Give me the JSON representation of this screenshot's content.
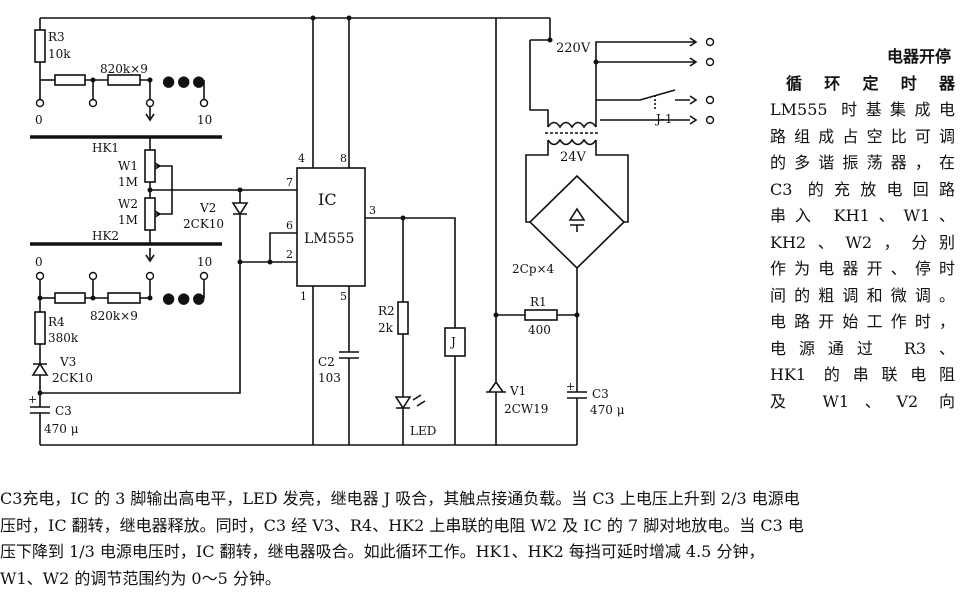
{
  "labels": {
    "r3": "R3",
    "r3_val": "10k",
    "r_chain_top": "820k×9",
    "dots": "●●●",
    "n0_top": "0",
    "n10_top": "10",
    "hk1": "HK1",
    "w1": "W1",
    "w1_val": "1M",
    "w2": "W2",
    "w2_val": "1M",
    "hk2": "HK2",
    "v2": "V2",
    "v2_type": "2CK10",
    "n0_bot": "0",
    "n10_bot": "10",
    "r_chain_bot": "820k×9",
    "r4": "R4",
    "r4_val": "380k",
    "v3": "V3",
    "v3_type": "2CK10",
    "c3_left": "C3",
    "c3_left_val": "470 μ",
    "ic": "IC",
    "ic_type": "LM555",
    "pin4": "4",
    "pin8": "8",
    "pin7": "7",
    "pin6": "6",
    "pin2": "2",
    "pin3": "3",
    "pin1": "1",
    "pin5": "5",
    "r2": "R2",
    "r2_val": "2k",
    "c2": "C2",
    "c2_val": "103",
    "led": "LED",
    "relay": "J",
    "v220": "220V",
    "j1": "J-1",
    "v24": "24V",
    "bridge": "2Cp×4",
    "r1": "R1",
    "r1_val": "400",
    "v1": "V1",
    "v1_type": "2CW19",
    "c3_right": "C3",
    "c3_right_val": "470 μ"
  },
  "side_text": {
    "title1": "电器开停",
    "title2": "循环定时器",
    "lines": [
      "LM555 时基集成电",
      "路组成占空比可调",
      "的多谐振荡器，在",
      "C3 的充放电回路",
      "串入 KH1、W1、",
      "KH2、W2，分别",
      "作为电器开、停时",
      "间的粗调和微调。",
      "电路开始工作时，",
      "电源通过 R3、",
      "HK1 的串联电阻",
      "及 W1、V2 向"
    ]
  },
  "bottom_text": [
    "C3充电，IC 的 3 脚输出高电平，LED 发亮，继电器 J 吸合，其触点接通负载。当 C3 上电压上升到 2/3 电源电",
    "压时，IC 翻转，继电器释放。同时，C3 经 V3、R4、HK2 上串联的电阻 W2 及 IC 的 7 脚对地放电。当 C3 电",
    "压下降到 1/3 电源电压时，IC 翻转，继电器吸合。如此循环工作。HK1、HK2 每挡可延时增减 4.5 分钟，",
    "W1、W2 的调节范围约为 0～5 分钟。"
  ]
}
